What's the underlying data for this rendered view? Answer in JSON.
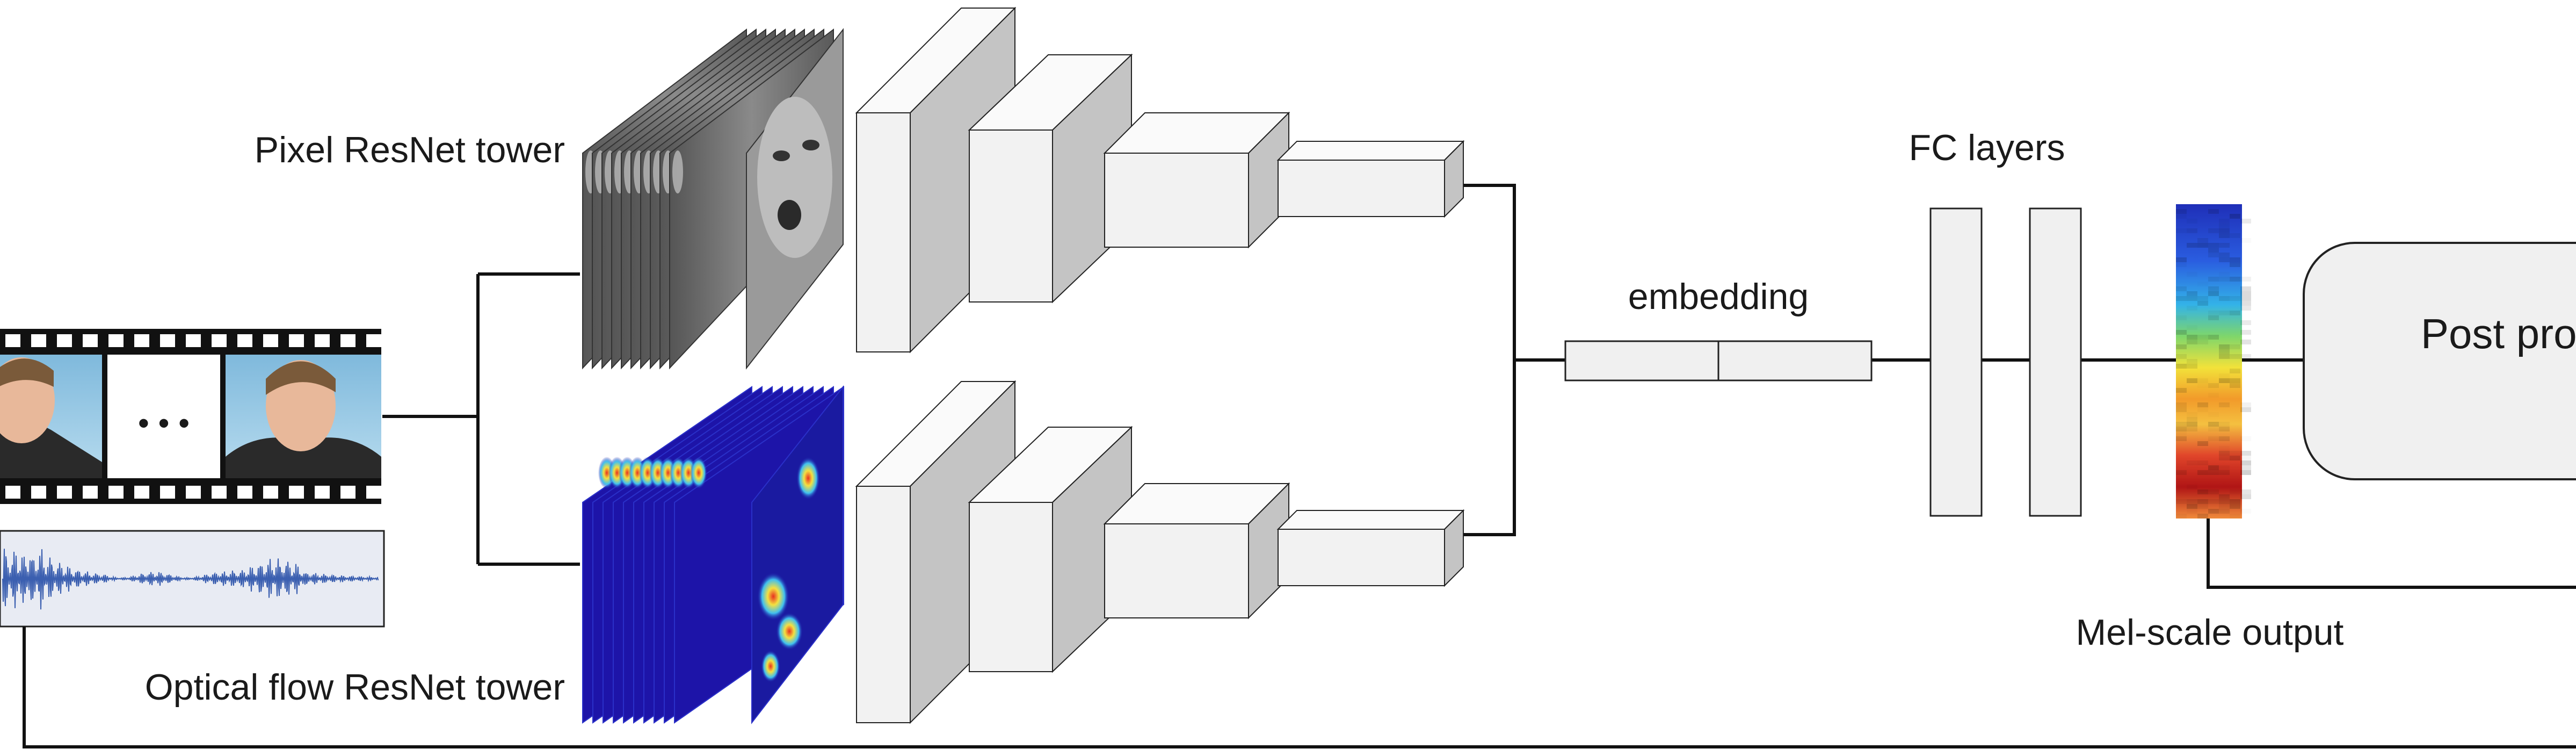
{
  "labels": {
    "pixel_tower": "Pixel ResNet tower",
    "flow_tower": "Optical flow ResNet tower",
    "embedding": "embedding",
    "fc_layers": "FC layers",
    "mel_output": "Mel-scale output",
    "post_processing": "Post processing",
    "ellipsis": "• • •"
  },
  "colors": {
    "line": "#111111",
    "block_front": "#f2f2f2",
    "block_top": "#fafafa",
    "block_side": "#c4c4c4",
    "waveform": "#3b5fb0",
    "waveform_bg": "#e8ebf3",
    "face_bg": "#8fc7e6",
    "flow_bg": "#1d14a8"
  },
  "icons": {
    "video_frames": "film-strip-icon",
    "audio": "waveform-icon",
    "faces": "face-frame-icon",
    "flow": "optical-flow-icon"
  }
}
